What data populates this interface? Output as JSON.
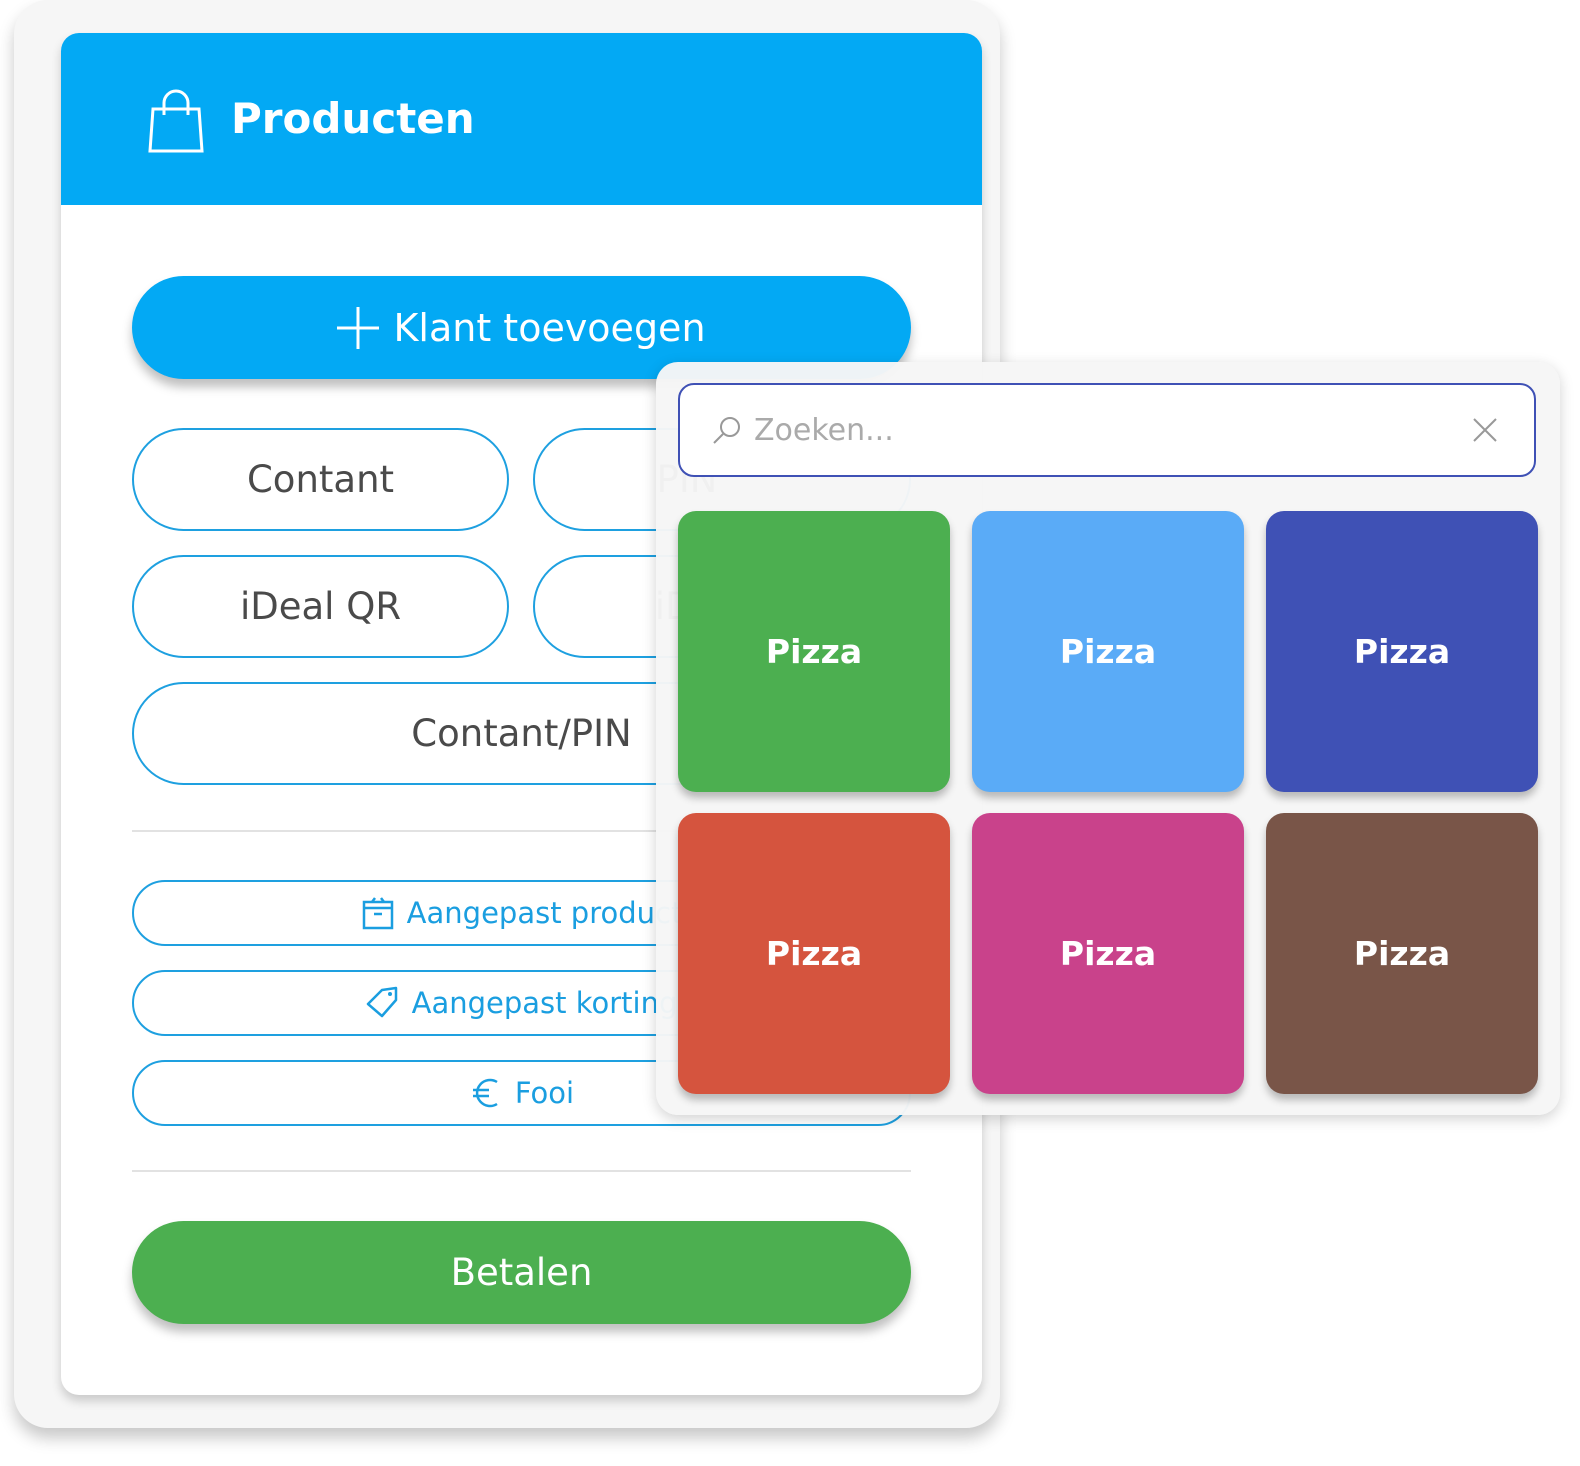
{
  "header": {
    "title": "Producten",
    "icon": "shopping-bag-icon"
  },
  "actions": {
    "add_customer": {
      "label": "Klant toevoegen",
      "icon": "plus-icon"
    }
  },
  "payment_methods": [
    {
      "label": "Contant"
    },
    {
      "label": "PIN"
    },
    {
      "label": "iDeal QR"
    },
    {
      "label": "iDeal"
    },
    {
      "label": "Contant/PIN"
    }
  ],
  "extras": [
    {
      "label": "Aangepast product",
      "icon": "box-icon"
    },
    {
      "label": "Aangepast korting",
      "icon": "tag-icon"
    },
    {
      "label": "Fooi",
      "icon": "euro-icon"
    }
  ],
  "pay": {
    "label": "Betalen"
  },
  "product_picker": {
    "search": {
      "placeholder": "Zoeken...",
      "value": ""
    },
    "products": [
      {
        "label": "Pizza",
        "color": "#4caf50"
      },
      {
        "label": "Pizza",
        "color": "#5aabf7"
      },
      {
        "label": "Pizza",
        "color": "#3f51b5"
      },
      {
        "label": "Pizza",
        "color": "#d5543e"
      },
      {
        "label": "Pizza",
        "color": "#c9428b"
      },
      {
        "label": "Pizza",
        "color": "#795548"
      }
    ]
  },
  "colors": {
    "primary": "#03a9f4",
    "success": "#4caf50",
    "search_border": "#3f51b5"
  }
}
